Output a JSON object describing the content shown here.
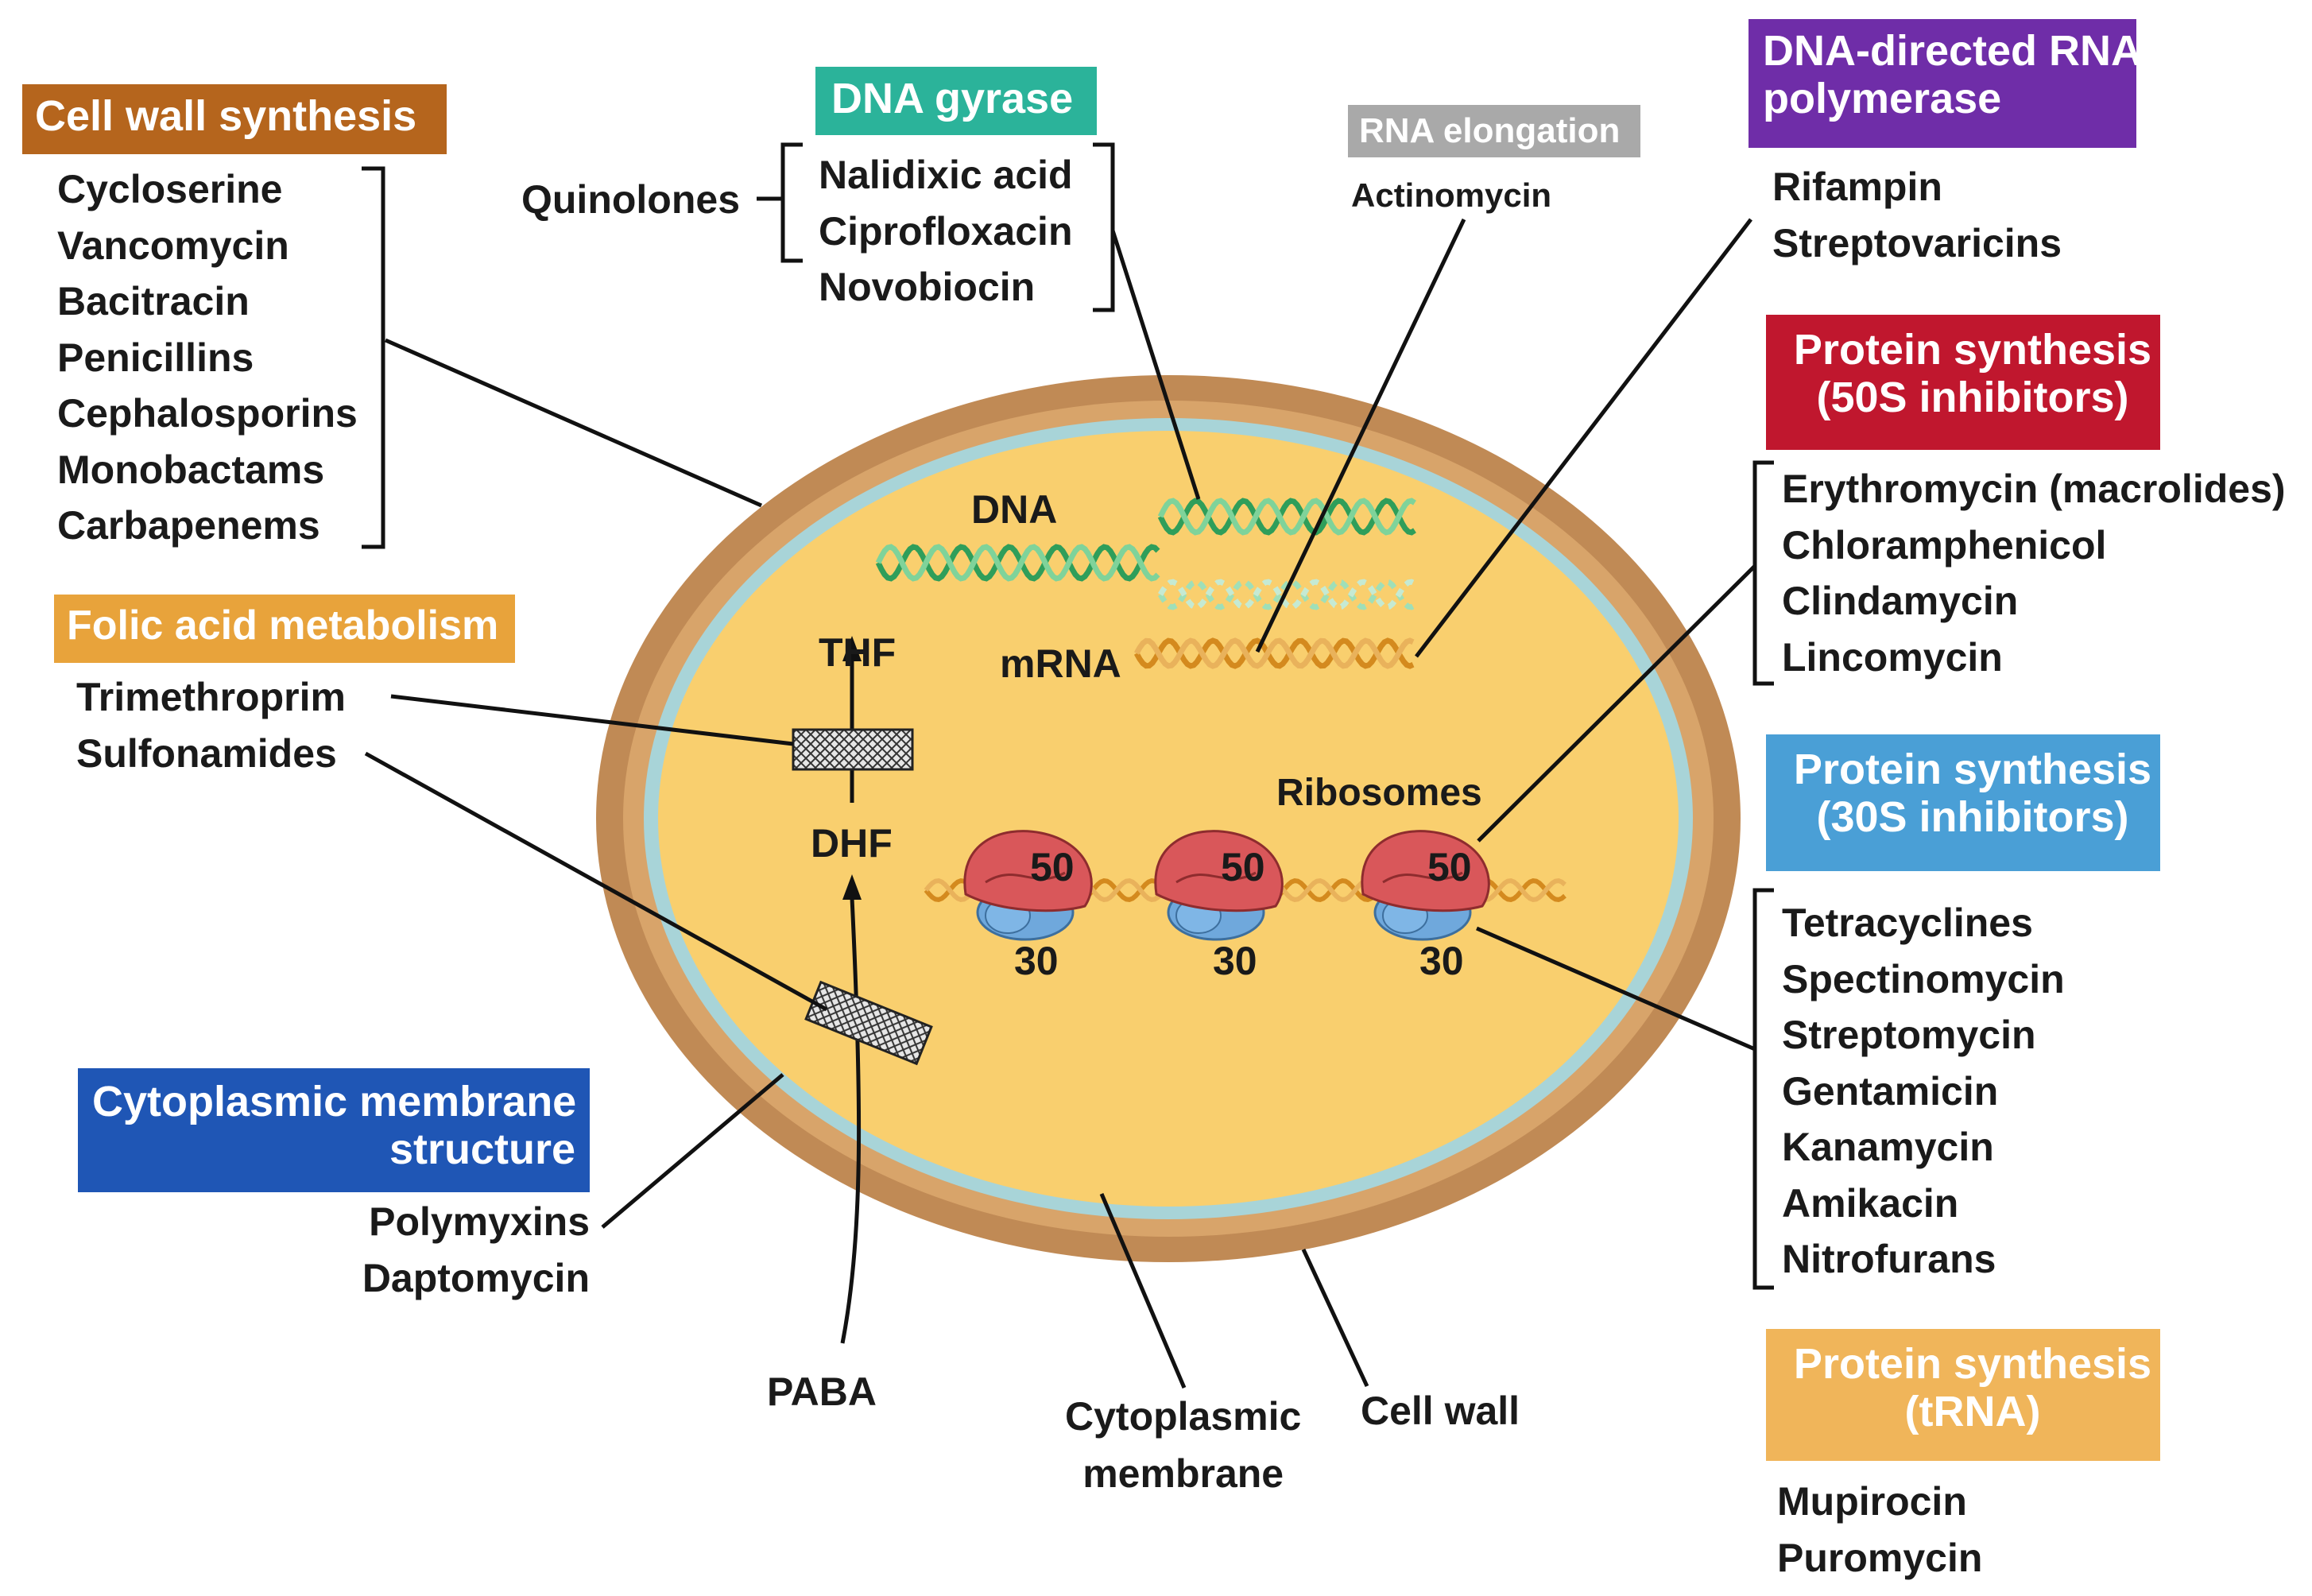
{
  "colors": {
    "cell_wall_header": "#b5651d",
    "dna_gyrase_header": "#2bb39a",
    "rna_elongation_header": "#a9a9a9",
    "rna_polymerase_header": "#6f2da8",
    "protein_50s_header": "#c0172e",
    "folic_acid_header": "#e8a33b",
    "protein_30s_header": "#4a9fd6",
    "membrane_header": "#1f56b5",
    "protein_trna_header": "#f0b55a",
    "cell_wall_layer": "#c08a55",
    "cytoplasm": "#f9cf6e",
    "membrane_layer": "#a8d4d8"
  },
  "groups": {
    "cell_wall_synthesis": {
      "header": "Cell wall synthesis",
      "drugs": [
        "Cycloserine",
        "Vancomycin",
        "Bacitracin",
        "Penicillins",
        "Cephalosporins",
        "Monobactams",
        "Carbapenems"
      ]
    },
    "dna_gyrase": {
      "header": "DNA gyrase",
      "class_label": "Quinolones",
      "drugs": [
        "Nalidixic acid",
        "Ciprofloxacin",
        "Novobiocin"
      ]
    },
    "rna_elongation": {
      "header": "RNA elongation",
      "drugs": [
        "Actinomycin"
      ]
    },
    "rna_polymerase": {
      "header_line1": "DNA-directed RNA",
      "header_line2": "polymerase",
      "drugs": [
        "Rifampin",
        "Streptovaricins"
      ]
    },
    "protein_50s": {
      "header_line1": "Protein synthesis",
      "header_line2": "(50S inhibitors)",
      "drugs": [
        "Erythromycin (macrolides)",
        "Chloramphenicol",
        "Clindamycin",
        "Lincomycin"
      ]
    },
    "folic_acid": {
      "header": "Folic acid metabolism",
      "drugs": [
        "Trimethroprim",
        "Sulfonamides"
      ]
    },
    "protein_30s": {
      "header_line1": "Protein synthesis",
      "header_line2": "(30S inhibitors)",
      "drugs": [
        "Tetracyclines",
        "Spectinomycin",
        "Streptomycin",
        "Gentamicin",
        "Kanamycin",
        "Amikacin",
        "Nitrofurans"
      ]
    },
    "membrane": {
      "header_line1": "Cytoplasmic membrane",
      "header_line2": "structure",
      "drugs": [
        "Polymyxins",
        "Daptomycin"
      ]
    },
    "protein_trna": {
      "header_line1": "Protein synthesis",
      "header_line2": "(tRNA)",
      "drugs": [
        "Mupirocin",
        "Puromycin"
      ]
    }
  },
  "cell_labels": {
    "dna": "DNA",
    "mrna": "mRNA",
    "thf": "THF",
    "dhf": "DHF",
    "paba": "PABA",
    "ribosomes": "Ribosomes",
    "large_subunit": "50",
    "small_subunit": "30",
    "cytoplasmic_membrane_line1": "Cytoplasmic",
    "cytoplasmic_membrane_line2": "membrane",
    "cell_wall": "Cell wall"
  }
}
